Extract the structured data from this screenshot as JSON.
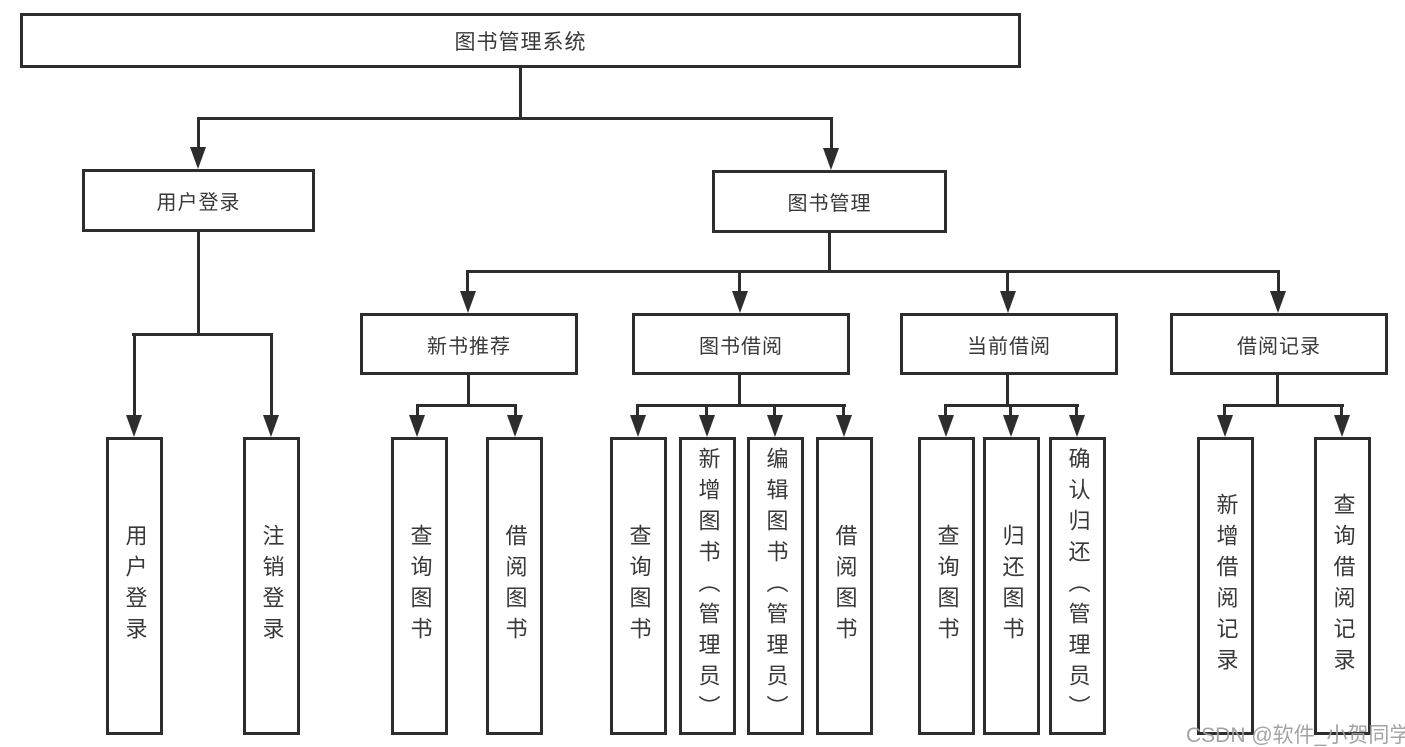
{
  "diagram_title": "图书管理系统",
  "colors": {
    "line": "#2d2d2d",
    "box_border": "#2d2d2d",
    "box_background": "#ffffff",
    "text": "#383838",
    "watermark": "#9e9e9e",
    "page_background": "#ffffff"
  },
  "nodes": {
    "root": {
      "label": "图书管理系统"
    },
    "level2": [
      {
        "label": "用户登录"
      },
      {
        "label": "图书管理"
      }
    ],
    "level3": [
      {
        "label": "新书推荐"
      },
      {
        "label": "图书借阅"
      },
      {
        "label": "当前借阅"
      },
      {
        "label": "借阅记录"
      }
    ],
    "leaves": {
      "user_login": [
        "用户登录",
        "注销登录"
      ],
      "new_book": [
        "查询图书",
        "借阅图书"
      ],
      "book_borrow": [
        "查询图书",
        "新增图书（管理员）",
        "编辑图书（管理员）",
        "借阅图书"
      ],
      "current_borrow": [
        "查询图书",
        "归还图书",
        "确认归还（管理员）"
      ],
      "borrow_record": [
        "新增借阅记录",
        "查询借阅记录"
      ]
    }
  },
  "watermark": "CSDN @软件_小贺同学"
}
